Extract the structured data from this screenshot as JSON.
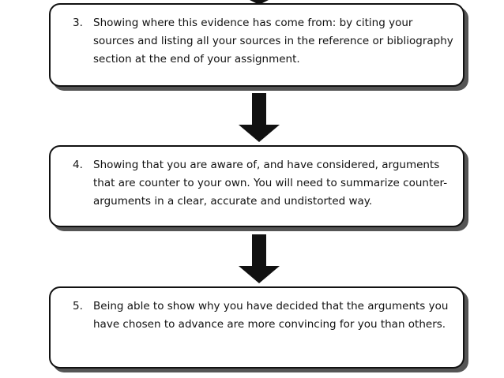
{
  "diagram": {
    "steps": [
      {
        "number": "3.",
        "text": "Showing where this evidence has come from: by citing your sources and listing all your sources in the reference or bibliography section at the end of your assignment."
      },
      {
        "number": "4.",
        "text": "Showing that you are aware of, and have considered, arguments that are counter to your own.  You will need to summarize counter-arguments in a clear, accurate and undistorted way."
      },
      {
        "number": "5.",
        "text": "Being able to show why you have decided that the arguments you have chosen to advance are more convincing for you than others."
      }
    ]
  },
  "colors": {
    "box_border": "#111111",
    "box_shadow": "#555555",
    "arrow": "#111111",
    "text": "#111111"
  }
}
